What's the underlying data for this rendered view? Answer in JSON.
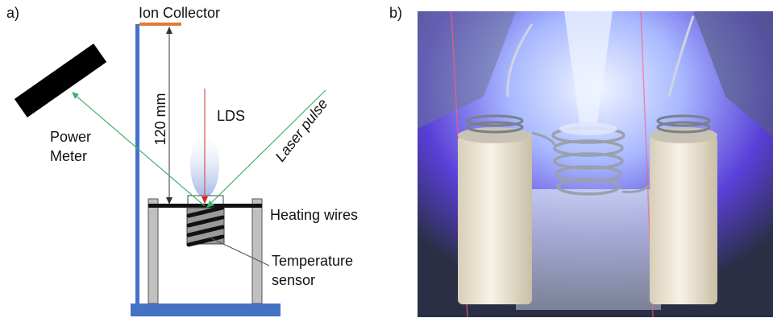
{
  "panel_a": {
    "panel_label": "a)",
    "labels": {
      "ion_collector": "Ion Collector",
      "distance": "120 mm",
      "lds": "LDS",
      "laser_pulse": "Laser pulse",
      "power_meter_line1": "Power",
      "power_meter_line2": "Meter",
      "heating_wires": "Heating wires",
      "temperature_sensor_line1": "Temperature",
      "temperature_sensor_line2": "sensor"
    },
    "colors": {
      "ion_collector_plate": "#e07b39",
      "stand_frame": "#4472c4",
      "laser_beam": "#3cb371",
      "lds_arrow": "#d9534f",
      "plume": "#b8c8ea",
      "heater_block": "#9a9a9a",
      "support_posts": "#c0c0c0",
      "power_meter": "#000000"
    }
  },
  "panel_b": {
    "panel_label": "b)",
    "photo": {
      "description_icon": "photo-of-heater-with-plasma-plume",
      "colors": {
        "plasma_glow": "#7a3cff",
        "light_core": "#e8f0ff",
        "background": "#2a2f45",
        "ceramic_posts": "#ece5d4"
      }
    }
  }
}
